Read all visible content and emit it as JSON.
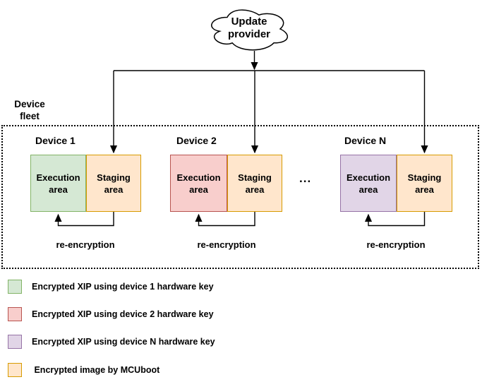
{
  "diagram": {
    "cloud_label": "Update provider",
    "fleet_label": "Device fleet",
    "ellipsis": "...",
    "line_color": "#000000",
    "background": "#ffffff",
    "devices": [
      {
        "name": "Device 1",
        "execution_label": "Execution area",
        "staging_label": "Staging area",
        "re_encryption_label": "re-encryption",
        "execution_color": "#d5e8d4",
        "execution_border": "#82b366",
        "staging_color": "#ffe6cc",
        "staging_border": "#d79b00"
      },
      {
        "name": "Device 2",
        "execution_label": "Execution area",
        "staging_label": "Staging area",
        "re_encryption_label": "re-encryption",
        "execution_color": "#f8cecc",
        "execution_border": "#b85450",
        "staging_color": "#ffe6cc",
        "staging_border": "#d79b00"
      },
      {
        "name": "Device N",
        "execution_label": "Execution area",
        "staging_label": "Staging area",
        "re_encryption_label": "re-encryption",
        "execution_color": "#e1d5e7",
        "execution_border": "#9673a6",
        "staging_color": "#ffe6cc",
        "staging_border": "#d79b00"
      }
    ]
  },
  "legend": {
    "items": [
      {
        "label": "Encrypted XIP using device 1 hardware key",
        "color": "#d5e8d4",
        "border": "#82b366"
      },
      {
        "label": "Encrypted XIP using device 2 hardware key",
        "color": "#f8cecc",
        "border": "#b85450"
      },
      {
        "label": "Encrypted XIP using device N hardware key",
        "color": "#e1d5e7",
        "border": "#9673a6"
      },
      {
        "label": " Encrypted image by MCUboot",
        "color": "#ffe6cc",
        "border": "#d79b00"
      }
    ]
  }
}
